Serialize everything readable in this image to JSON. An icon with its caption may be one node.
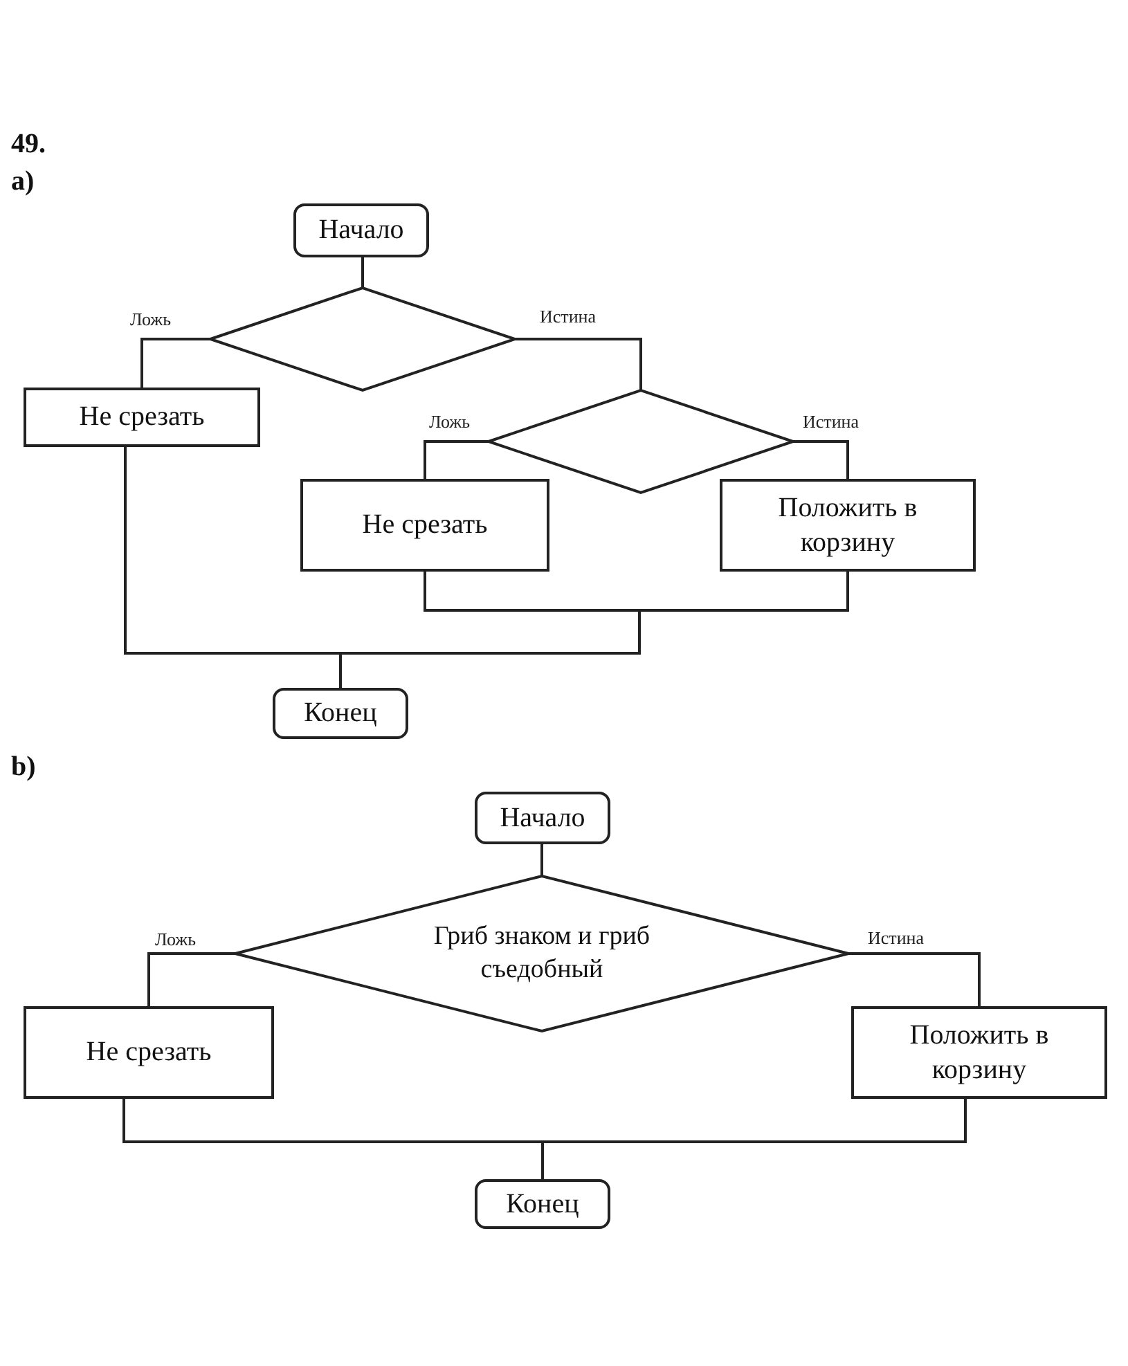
{
  "diagram": {
    "nodes": [
      {
        "text": [
          "Начало"
        ]
      },
      {
        "text": [],
        "shape": "diamond"
      },
      {
        "text": [
          "Не срезать"
        ]
      },
      {
        "text": [],
        "shape": "diamond"
      },
      {
        "text": [
          "Не срезать"
        ]
      },
      {
        "text": [
          "Положить в корзину"
        ]
      },
      {
        "text": [
          "Конец"
        ]
      },
      {
        "text": [
          "Начало"
        ]
      },
      {
        "text": [
          "Гриб знаком и гриб съедобный"
        ]
      },
      {
        "text": [
          "Не срезать"
        ]
      },
      {
        "text": [
          "Положить в корзину"
        ]
      },
      {
        "text": [
          "Конец"
        ]
      }
    ],
    "edges": [
      {
        "from": 0,
        "to": 1,
        "arrow": "none"
      },
      {
        "from": 1,
        "to": 2,
        "arrow": "none",
        "label": "Ложь"
      },
      {
        "from": 1,
        "to": 3,
        "arrow": "none",
        "label": "Истина"
      },
      {
        "from": 3,
        "to": 4,
        "arrow": "none",
        "label": "Ложь"
      },
      {
        "from": 3,
        "to": 5,
        "arrow": "none",
        "label": "Истина"
      },
      {
        "from": 4,
        "to": 6,
        "arrow": "none"
      },
      {
        "from": 5,
        "to": 6,
        "arrow": "none"
      },
      {
        "from": 2,
        "to": 6,
        "arrow": "none"
      },
      {
        "from": 7,
        "to": 8,
        "arrow": "none"
      },
      {
        "from": 8,
        "to": 9,
        "arrow": "none",
        "label": "Ложь"
      },
      {
        "from": 8,
        "to": 10,
        "arrow": "none",
        "label": "Истина"
      },
      {
        "from": 9,
        "to": 11,
        "arrow": "none"
      },
      {
        "from": 10,
        "to": 11,
        "arrow": "none"
      }
    ],
    "labels": [
      "49.",
      "a)",
      "b)"
    ]
  }
}
